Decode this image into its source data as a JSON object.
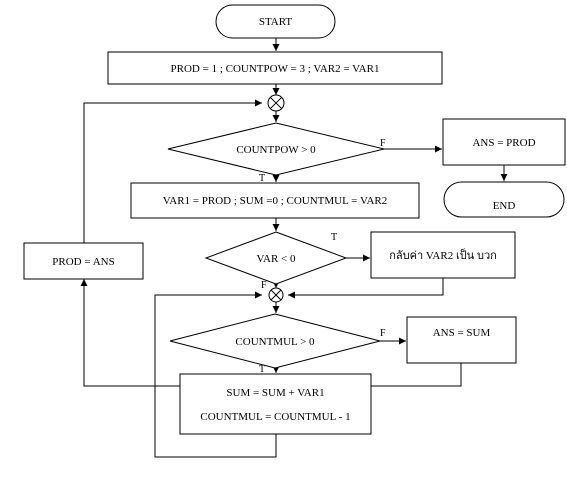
{
  "diagram": {
    "start": "START",
    "init": "PROD  = 1 ;  COUNTPOW = 3 ;  VAR2 = VAR1",
    "cond_pow": "COUNTPOW > 0",
    "ans_prod": "ANS = PROD",
    "end": "END",
    "reset": "VAR1 = PROD ; SUM =0 ; COUNTMUL = VAR2",
    "cond_var": "VAR < 0",
    "negate": "กลับค่า  VAR2 เป็น บวก",
    "prod_ans": "PROD = ANS",
    "cond_mul": "COUNTMUL > 0",
    "ans_sum": "ANS = SUM",
    "sum_step": "SUM = SUM + VAR1",
    "count_step": "COUNTMUL = COUNTMUL - 1",
    "true_mark": "T",
    "false_mark": "F"
  }
}
